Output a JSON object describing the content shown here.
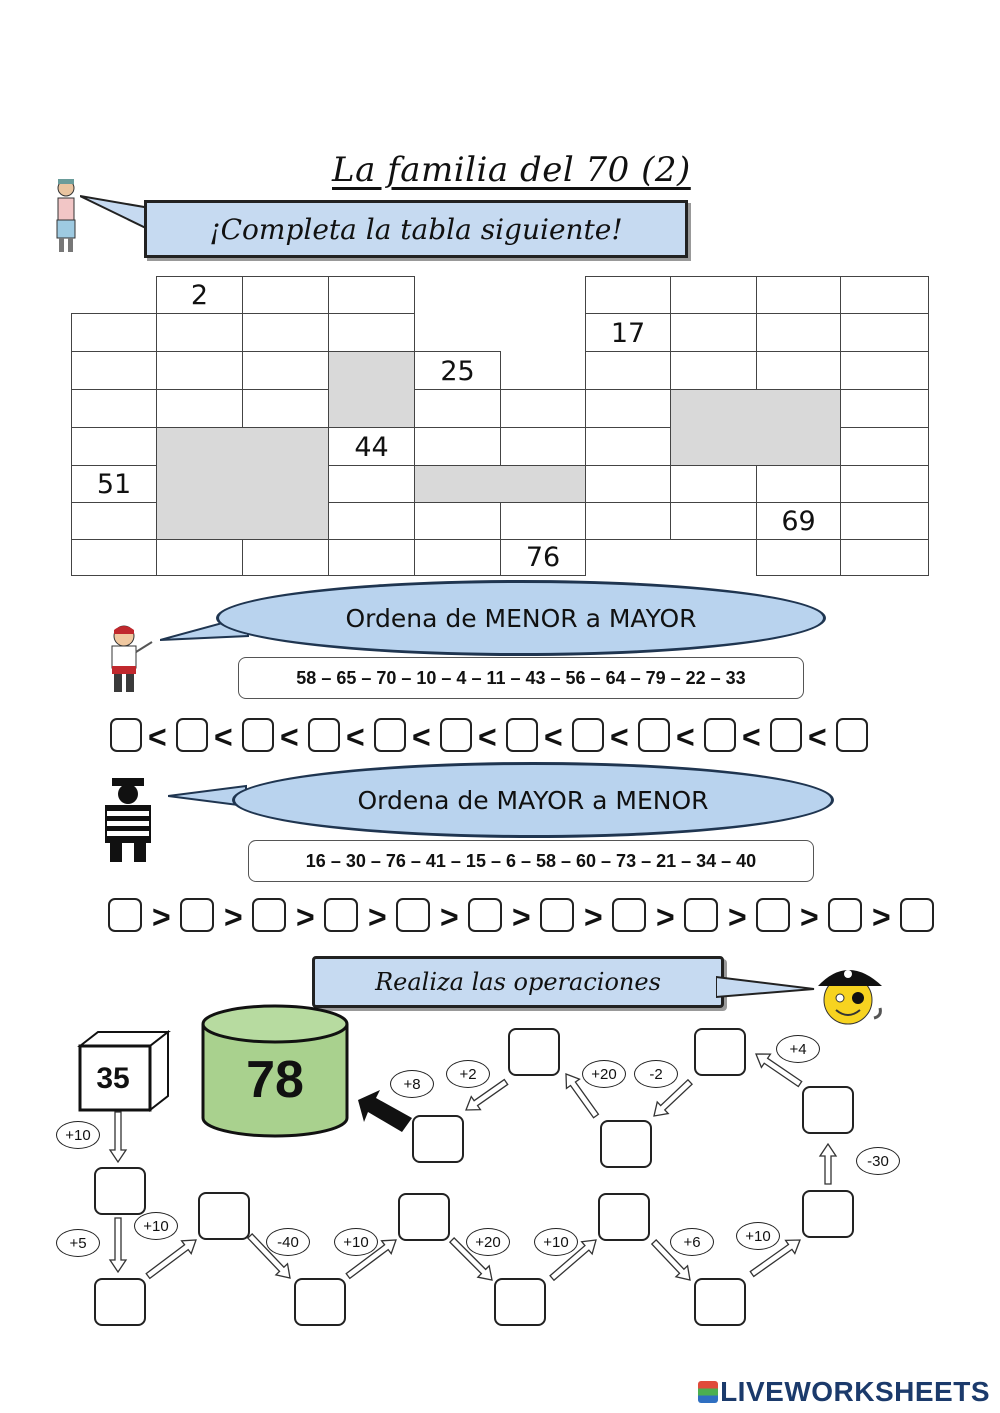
{
  "title": "La familia del 70 (2)",
  "banner_complete": "¡Completa la tabla siguiente!",
  "banner_order_asc": "Ordena de MENOR a MAYOR",
  "banner_order_desc": "Ordena de MAYOR a MENOR",
  "banner_operations": "Realiza las operaciones",
  "grid": {
    "cells": [
      {
        "v": "2"
      },
      {
        "v": "17"
      },
      {
        "v": "25"
      },
      {
        "v": "44"
      },
      {
        "v": "51"
      },
      {
        "v": "69"
      },
      {
        "v": "76"
      }
    ]
  },
  "list_asc": "58 – 65 – 70 – 10 – 4 – 11 – 43 – 56 – 64 – 79 – 22 – 33",
  "list_desc": "16 – 30 – 76 – 41 – 15 – 6 – 58 – 60 – 73 – 21 – 34 – 40",
  "symbol_lt": "<",
  "symbol_gt": ">",
  "operations": {
    "start": "35",
    "result": "78",
    "steps": [
      "+10",
      "+5",
      "+10",
      "-40",
      "+10",
      "+20",
      "+10",
      "+6",
      "+10",
      "-30",
      "+4",
      "-2",
      "+20",
      "+2",
      "+8"
    ]
  },
  "logo": "LIVEWORKSHEETS",
  "colors": {
    "banner": "#c6daf1",
    "ellipse": "#b9d3ee",
    "grey": "#d9d9d9",
    "cylinder": "#a9d18e"
  }
}
